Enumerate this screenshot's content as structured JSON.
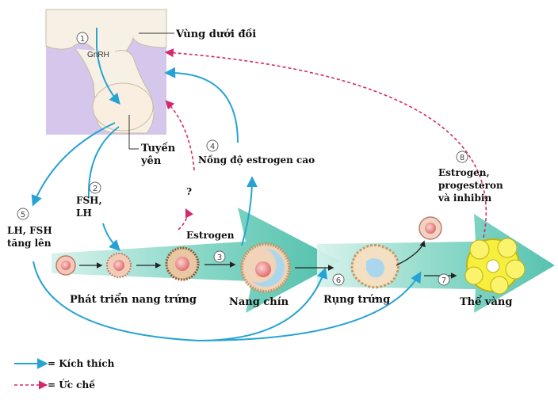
{
  "labels": {
    "hypothalamus": "Vùng dưới đồi",
    "gnrh": "GnRH",
    "pituitary_line1": "Tuyến",
    "pituitary_line2": "yên",
    "high_estrogen": "Nồng độ estrogen cao",
    "question": "?",
    "fsh_lh_line1": "FSH,",
    "fsh_lh_line2": "LH",
    "lh_fsh_rise_line1": "LH, FSH",
    "lh_fsh_rise_line2": "tăng lên",
    "estrogen": "Estrogen",
    "hormones_line1": "Estrogen,",
    "hormones_line2": "progesteron",
    "hormones_line3": "và inhibin",
    "follicle_development": "Phát triển nang trứng",
    "mature_follicle": "Nang chín",
    "ovulation": "Rụng trứng",
    "corpus_luteum": "Thể vàng"
  },
  "steps": [
    "1",
    "2",
    "3",
    "4",
    "5",
    "6",
    "7",
    "8"
  ],
  "legend": {
    "stimulate": "= Kích thích",
    "inhibit": "= Ức chế"
  },
  "colors": {
    "stimulate_arrow": "#27a3d3",
    "inhibit_arrow": "#d3286e",
    "band": "#5fc8b7",
    "brain": "#d5c6ec",
    "corpus_luteum": "#f6ef3e"
  }
}
